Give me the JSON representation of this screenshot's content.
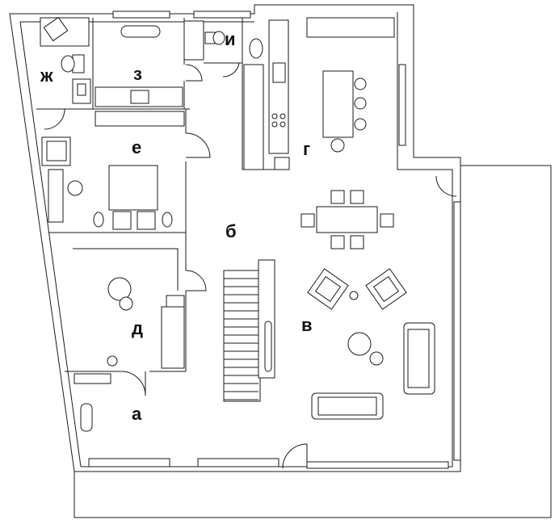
{
  "plan": {
    "room_labels": {
      "a": "а",
      "b": "б",
      "v": "в",
      "g": "г",
      "d": "д",
      "e": "е",
      "zh": "ж",
      "z": "з",
      "i": "и"
    }
  }
}
